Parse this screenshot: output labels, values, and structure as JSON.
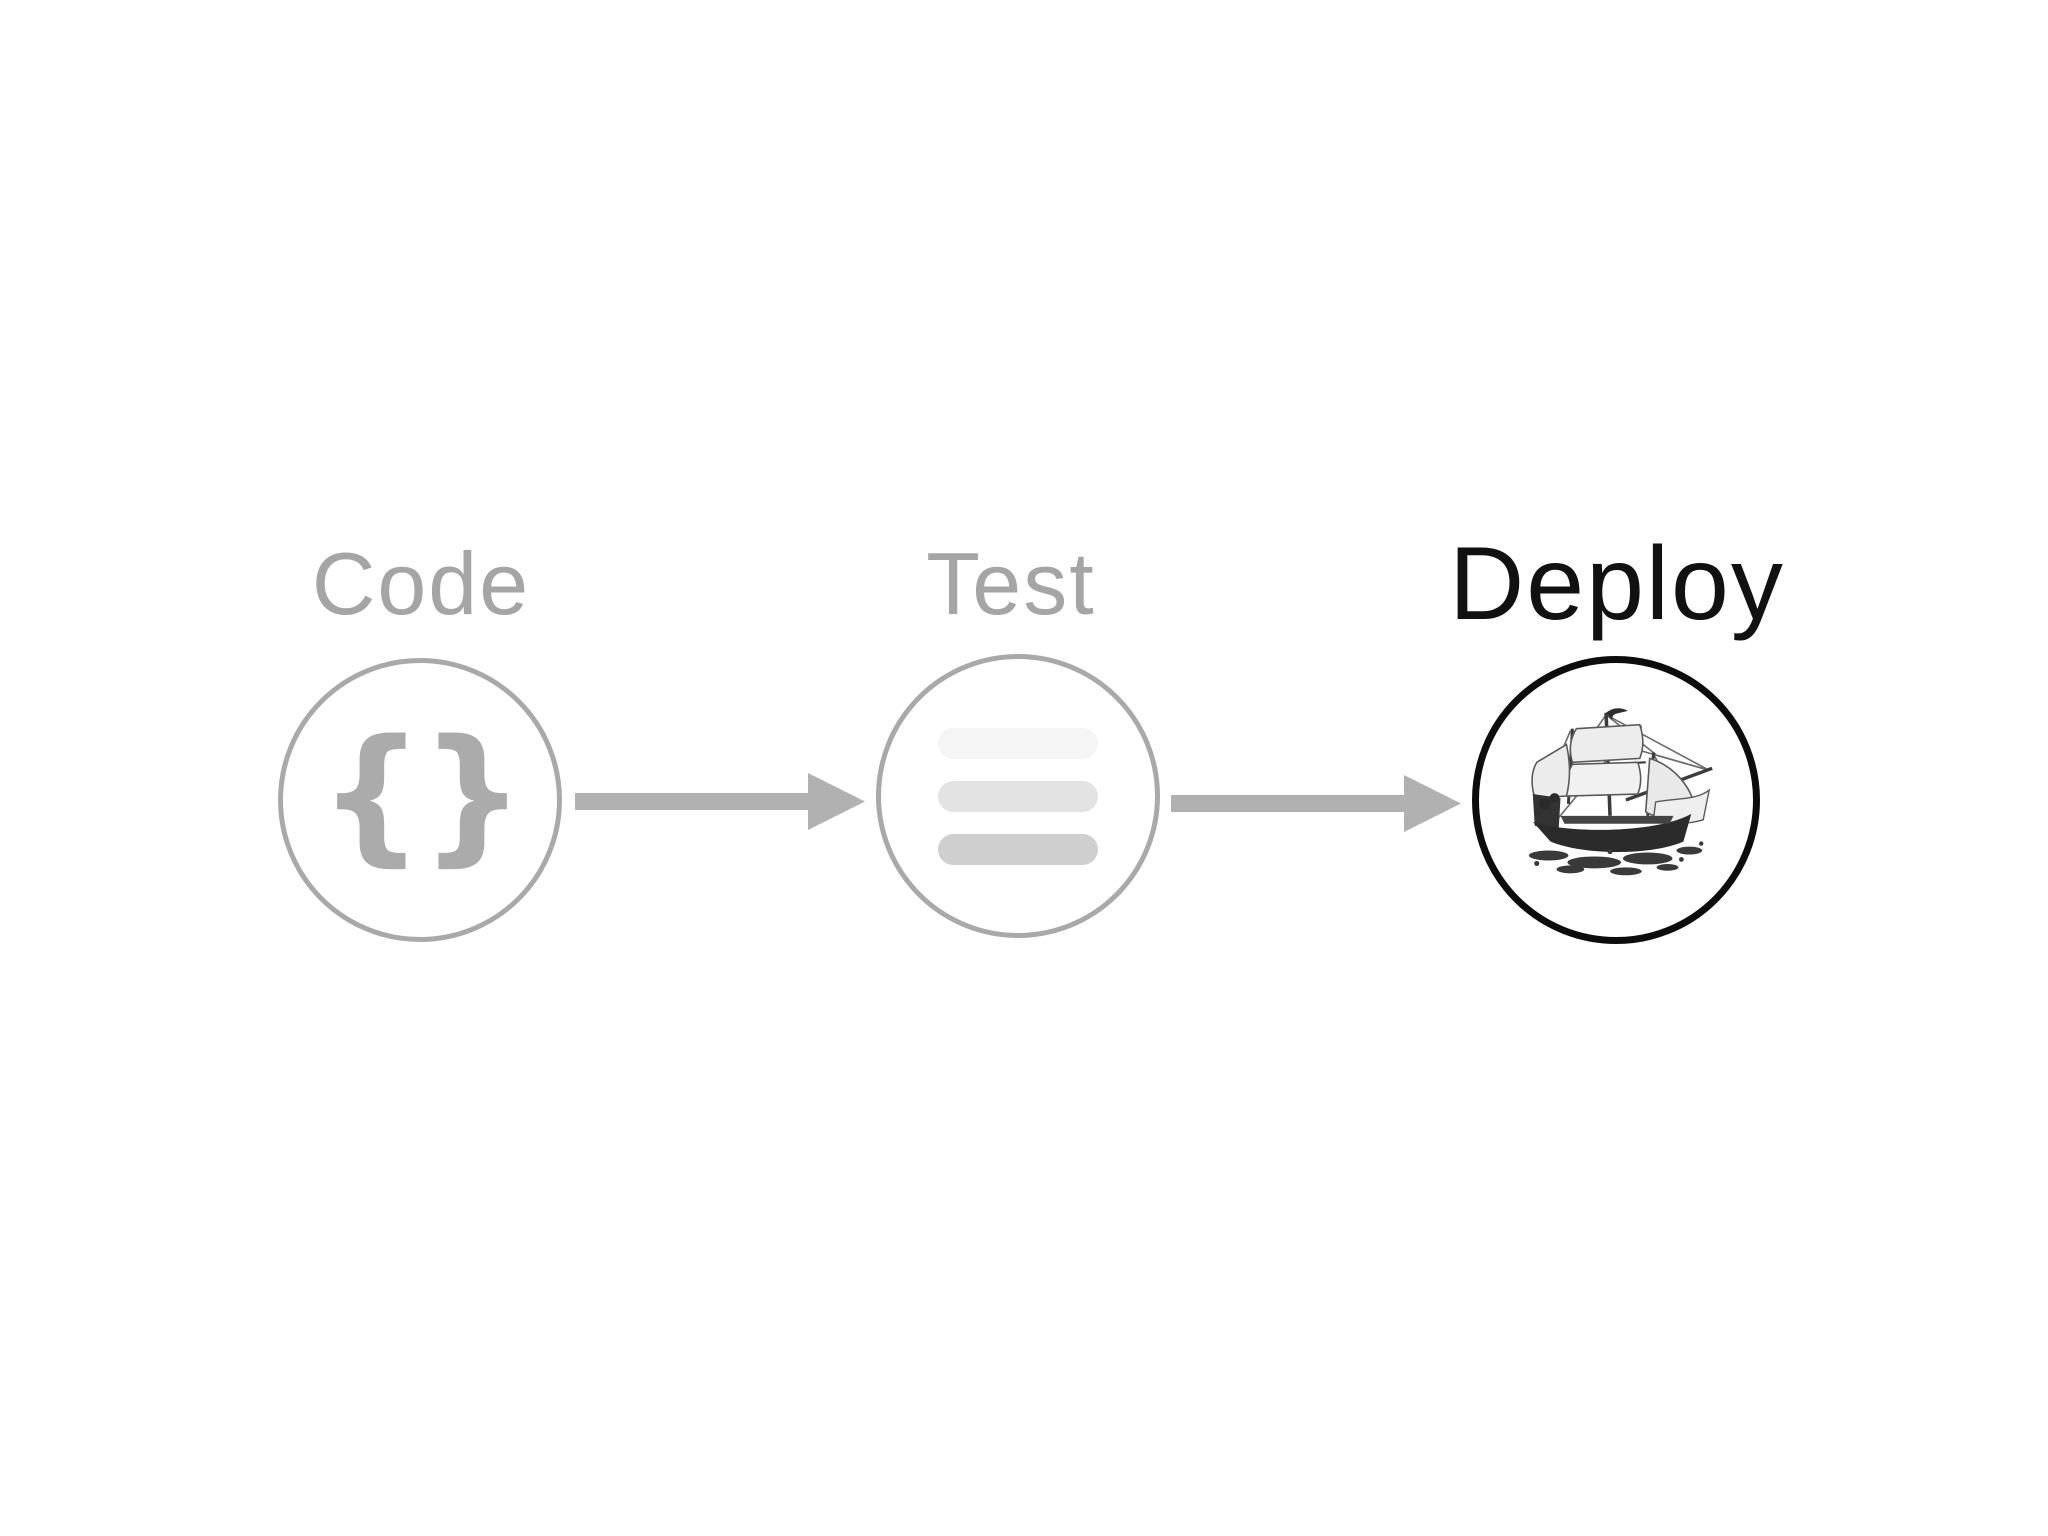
{
  "diagram": {
    "background_color": "#ffffff",
    "flow_direction": "left-to-right",
    "stages": [
      {
        "label": "Code",
        "icon": "braces-icon",
        "icon_glyph": "{}",
        "state": "inactive",
        "label_color": "#a5a5a5",
        "circle_border_color": "#a9a9a9"
      },
      {
        "label": "Test",
        "icon": "list-lines-icon",
        "state": "inactive",
        "label_color": "#a5a5a5",
        "circle_border_color": "#a9a9a9",
        "bar_colors": [
          "#f5f5f5",
          "#e3e3e3",
          "#cfcfcf"
        ]
      },
      {
        "label": "Deploy",
        "icon": "ship-icon",
        "state": "active",
        "label_color": "#111111",
        "circle_border_color": "#0d0d0d"
      }
    ],
    "arrow_color": "#b1b1b1",
    "arrow_count": 2
  }
}
